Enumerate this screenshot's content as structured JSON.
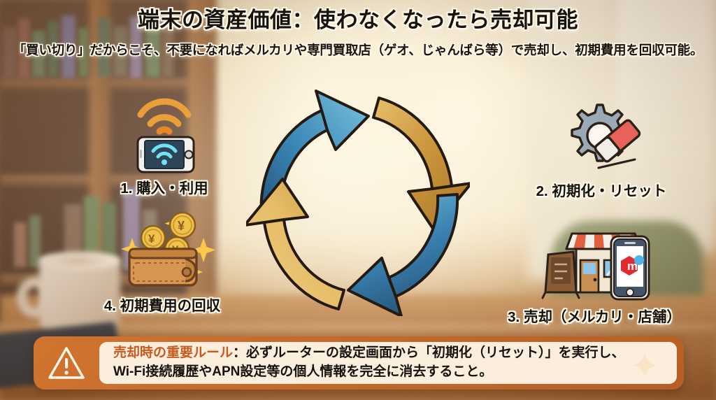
{
  "header": {
    "title": "端末の資産価値：使わなくなったら売却可能",
    "subtitle": "「買い切り」だからこそ、不要になればメルカリや専門買取店（ゲオ、じゃんばら等）で売却し、初期費用を回収可能。"
  },
  "cycle": {
    "steps": [
      {
        "id": "step-1",
        "label": "1. 購入・利用",
        "icon": "smartphone-wifi-icon"
      },
      {
        "id": "step-2",
        "label": "2. 初期化・リセット",
        "icon": "gear-eraser-icon"
      },
      {
        "id": "step-3",
        "label": "3. 売却（メルカリ・店舗）",
        "icon": "shop-mercari-phone-icon"
      },
      {
        "id": "step-4",
        "label": "4. 初期費用の回収",
        "icon": "wallet-yen-coins-icon"
      }
    ],
    "arrows": [
      {
        "position": "top-left-to-top",
        "color": "#3E86B6"
      },
      {
        "position": "top-to-right",
        "color": "#D09A41"
      },
      {
        "position": "right-to-bottom",
        "color": "#2F6F9F"
      },
      {
        "position": "bottom-to-left",
        "color": "#E3B055"
      }
    ]
  },
  "banner": {
    "icon": "warning-triangle-icon",
    "heading": "売却時の重要ルール",
    "line1_rest": "：必ずルーターの設定画面から「初期化（リセット）」を実行し、",
    "line2": "Wi-Fi接続履歴やAPN設定等の個人情報を完全に消去すること。",
    "sparkle_icon": "sparkle-icon"
  },
  "colors": {
    "banner_bg": "#C3682B",
    "banner_panel": "#FBEEDC",
    "banner_heading": "#C85A20",
    "arrow_blue_light": "#6BBCD8",
    "arrow_blue_dark": "#2B6898",
    "arrow_gold_light": "#E9C06A",
    "arrow_gold_dark": "#BE8A33",
    "canvas_cream": "#FAF0D8"
  }
}
